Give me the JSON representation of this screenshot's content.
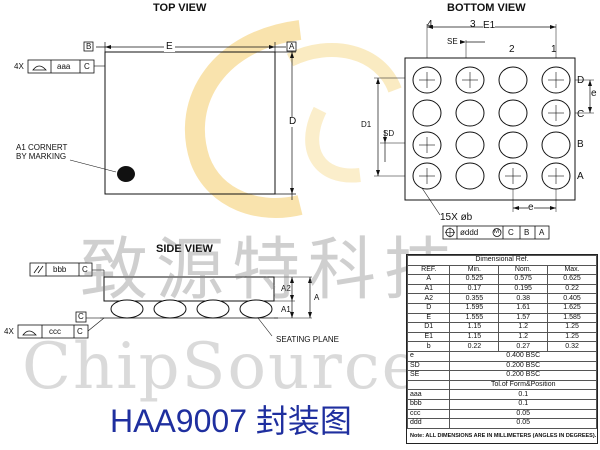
{
  "views": {
    "top": "TOP VIEW",
    "bottom": "BOTTOM VIEW",
    "side": "SIDE VIEW"
  },
  "top_view": {
    "datum_b": "B",
    "datum_a": "A",
    "dim_e": "E",
    "dim_d": "D",
    "a1_note_line1": "A1 CORNERT",
    "a1_note_line2": "BY MARKING",
    "tolerance_prefix": "4X",
    "tolerance_value": "aaa",
    "tolerance_ref": "C"
  },
  "bottom_view": {
    "col_labels": [
      "4",
      "3",
      "2",
      "1"
    ],
    "row_labels": [
      "D",
      "C",
      "B",
      "A"
    ],
    "dim_e1": "E1",
    "dim_se": "SE",
    "dim_sd": "SD",
    "dim_d1": "D1",
    "dim_e_pitch": "e",
    "dim_e_row": "e",
    "ball_note": "15X  øb",
    "fcf": [
      "øddd",
      "M",
      "C",
      "B",
      "A"
    ]
  },
  "side_view": {
    "tolerance_bbb": "bbb",
    "tolerance_bbb_ref": "C",
    "datum_c": "C",
    "tolerance_prefix": "4X",
    "tolerance_ccc": "ccc",
    "tolerance_ccc_ref": "C",
    "dim_a": "A",
    "dim_a1": "A1",
    "dim_a2": "A2",
    "seating_plane": "SEATING PLANE"
  },
  "table": {
    "title": "Dimensional Ref.",
    "headers": [
      "REF.",
      "Min.",
      "Nom.",
      "Max."
    ],
    "rows": [
      [
        "A",
        "0.525",
        "0.575",
        "0.625"
      ],
      [
        "A1",
        "0.17",
        "0.195",
        "0.22"
      ],
      [
        "A2",
        "0.355",
        "0.38",
        "0.405"
      ],
      [
        "D",
        "1.595",
        "1.61",
        "1.625"
      ],
      [
        "E",
        "1.555",
        "1.57",
        "1.585"
      ],
      [
        "D1",
        "1.15",
        "1.2",
        "1.25"
      ],
      [
        "E1",
        "1.15",
        "1.2",
        "1.25"
      ],
      [
        "b",
        "0.22",
        "0.27",
        "0.32"
      ],
      [
        "e",
        "0.400 BSC"
      ],
      [
        "SD",
        "0.200 BSC"
      ],
      [
        "SE",
        "0.200 BSC"
      ],
      [
        "",
        "Tol.of Form&Position"
      ],
      [
        "aaa",
        "0.1"
      ],
      [
        "bbb",
        "0.1"
      ],
      [
        "ccc",
        "0.05"
      ],
      [
        "ddd",
        "0.05"
      ]
    ],
    "note": "Note: ALL DIMENSIONS ARE IN MILLIMETERS (ANGLES IN DEGREES)."
  },
  "watermark": {
    "chinese": "致源特科技",
    "english": "ChipSource-Tek"
  },
  "caption": "HAA9007 封装图",
  "colors": {
    "caption": "#1f2f9f",
    "logo_yellow": "#f6d78a",
    "line": "#111111"
  }
}
